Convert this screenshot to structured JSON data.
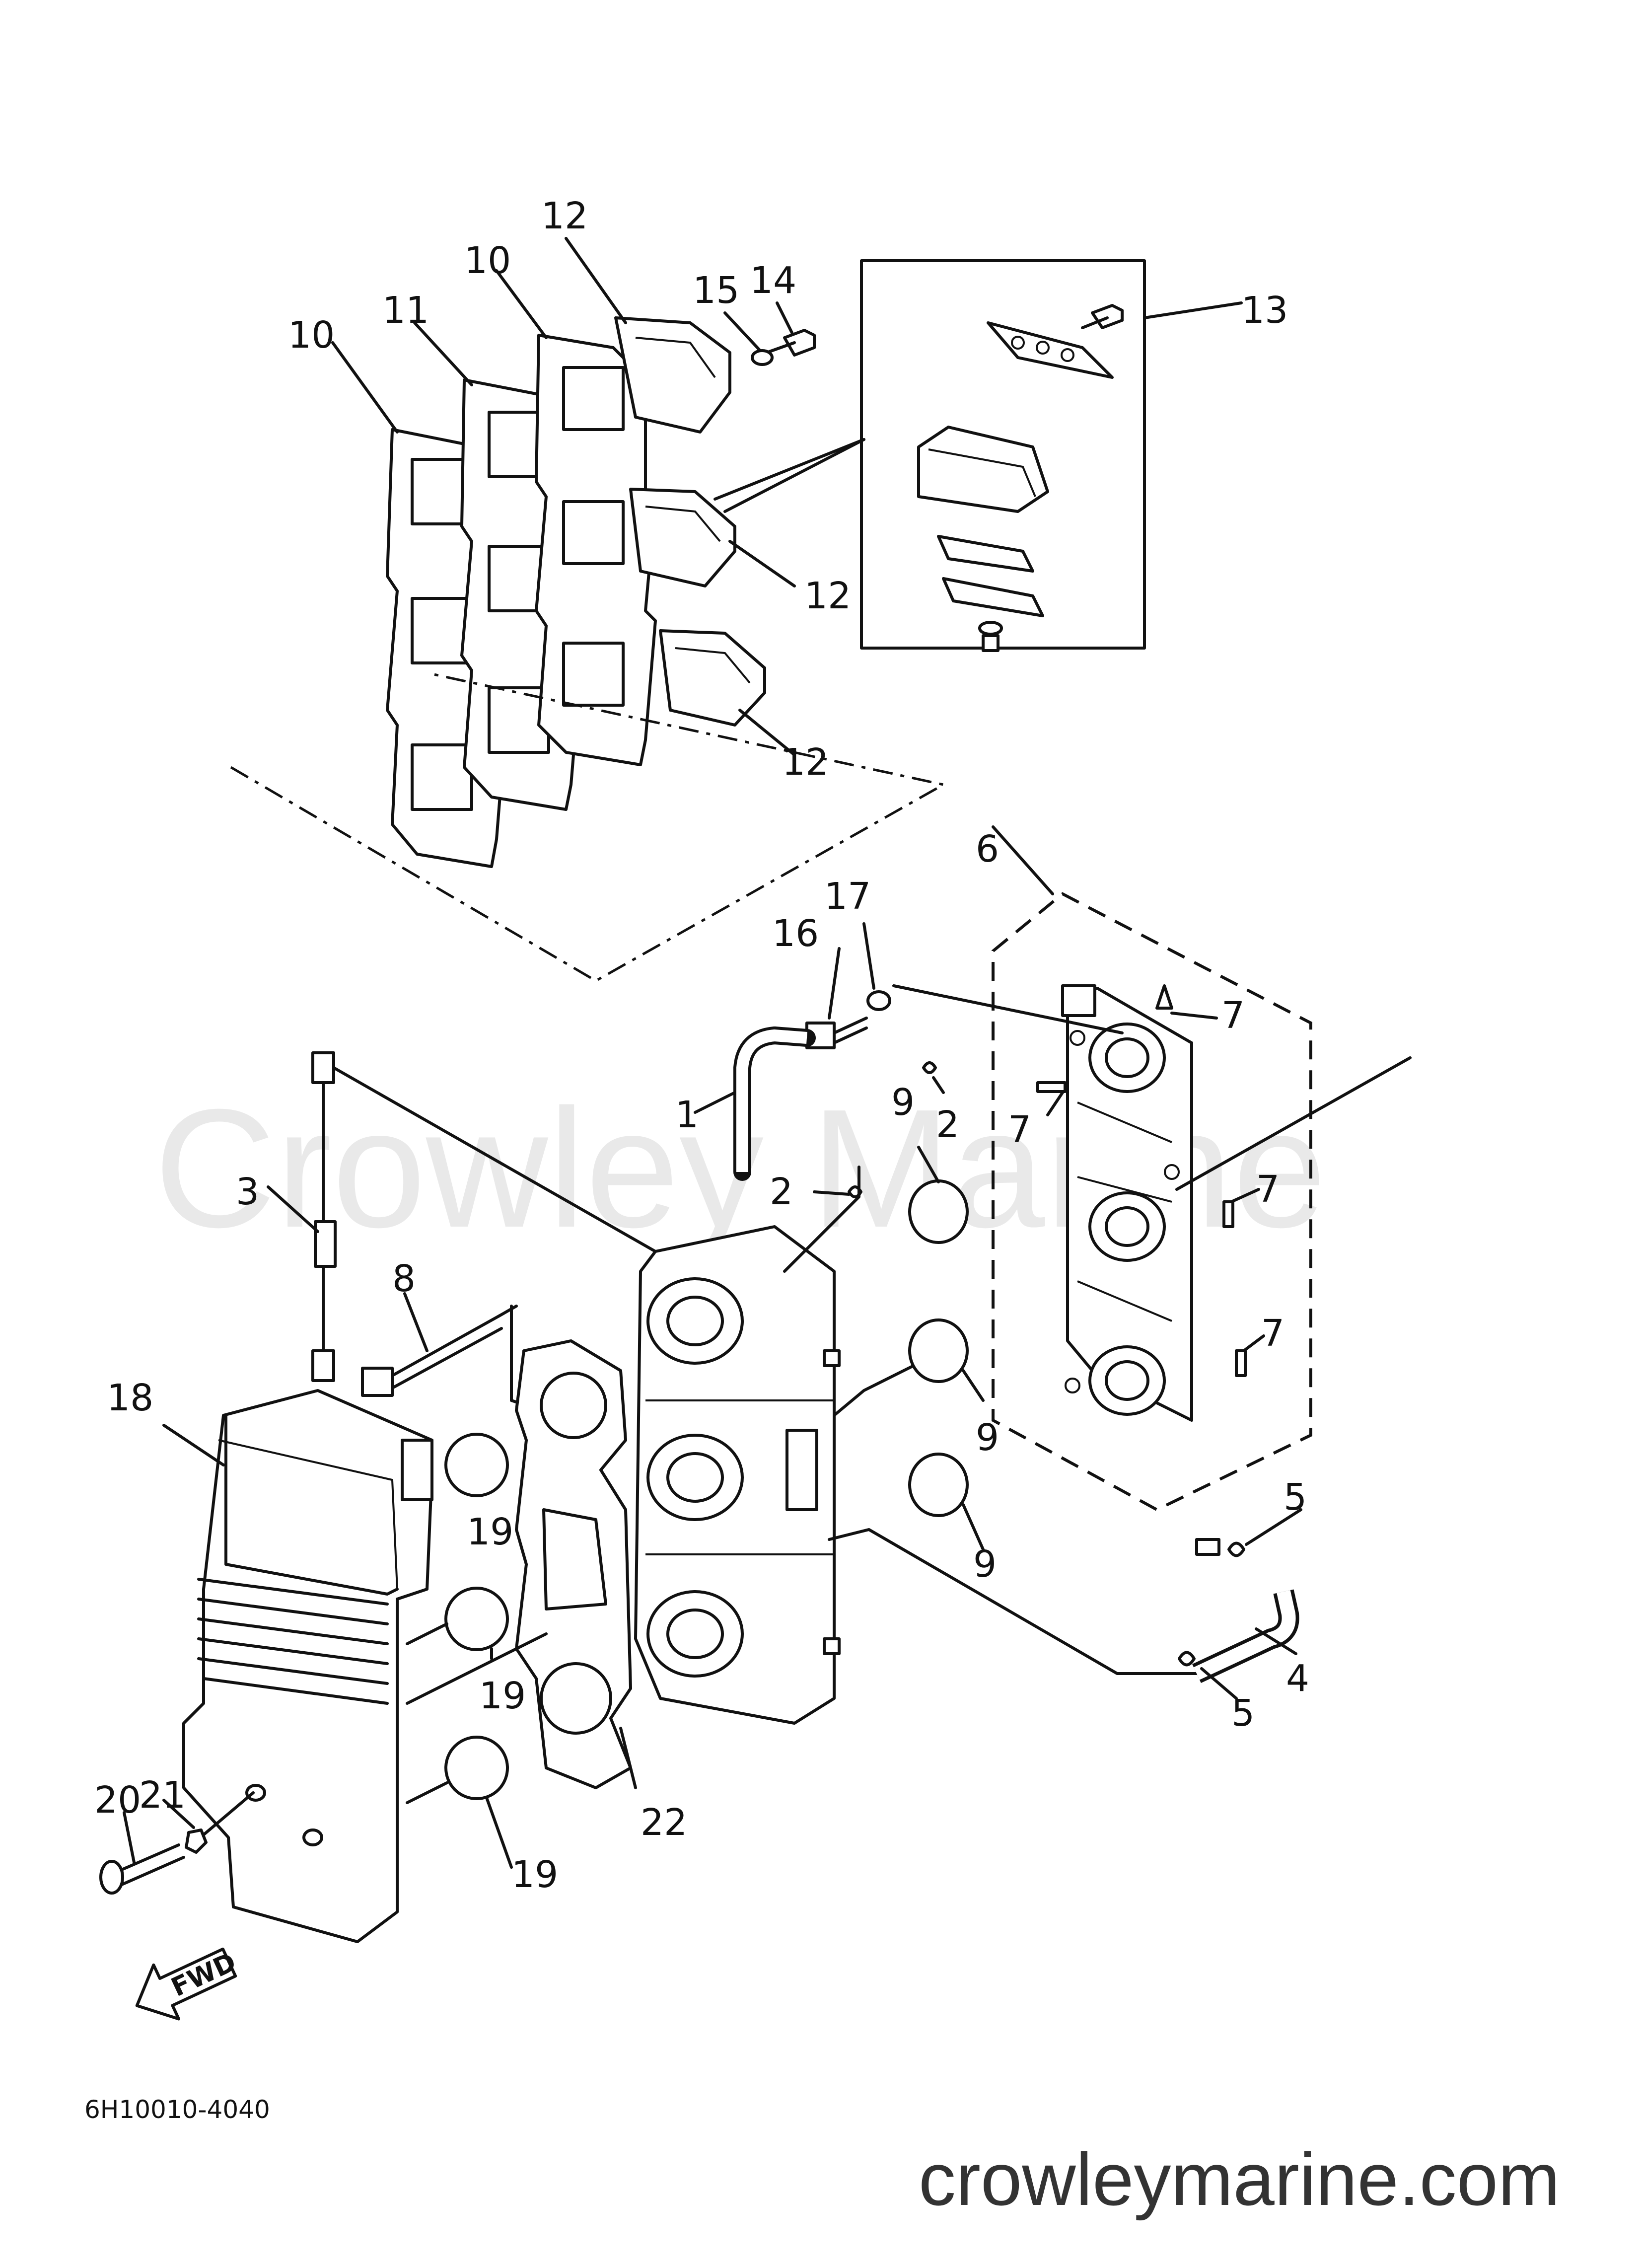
{
  "watermark": "Crowley Marine",
  "website": "crowleymarine.com",
  "drawing_code": "6H10010-4040",
  "direction_arrow": "FWD",
  "callouts": {
    "c1": "1",
    "c2a": "2",
    "c2b": "2",
    "c3": "3",
    "c4": "4",
    "c5a": "5",
    "c5b": "5",
    "c6": "6",
    "c7a": "7",
    "c7b": "7",
    "c7c": "7",
    "c7d": "7",
    "c8": "8",
    "c9a": "9",
    "c9b": "9",
    "c9c": "9",
    "c10a": "10",
    "c10b": "10",
    "c11": "11",
    "c12a": "12",
    "c12b": "12",
    "c12c": "12",
    "c13": "13",
    "c14": "14",
    "c15": "15",
    "c16": "16",
    "c17": "17",
    "c18": "18",
    "c19a": "19",
    "c19b": "19",
    "c19c": "19",
    "c20": "20",
    "c21": "21",
    "c22": "22"
  }
}
